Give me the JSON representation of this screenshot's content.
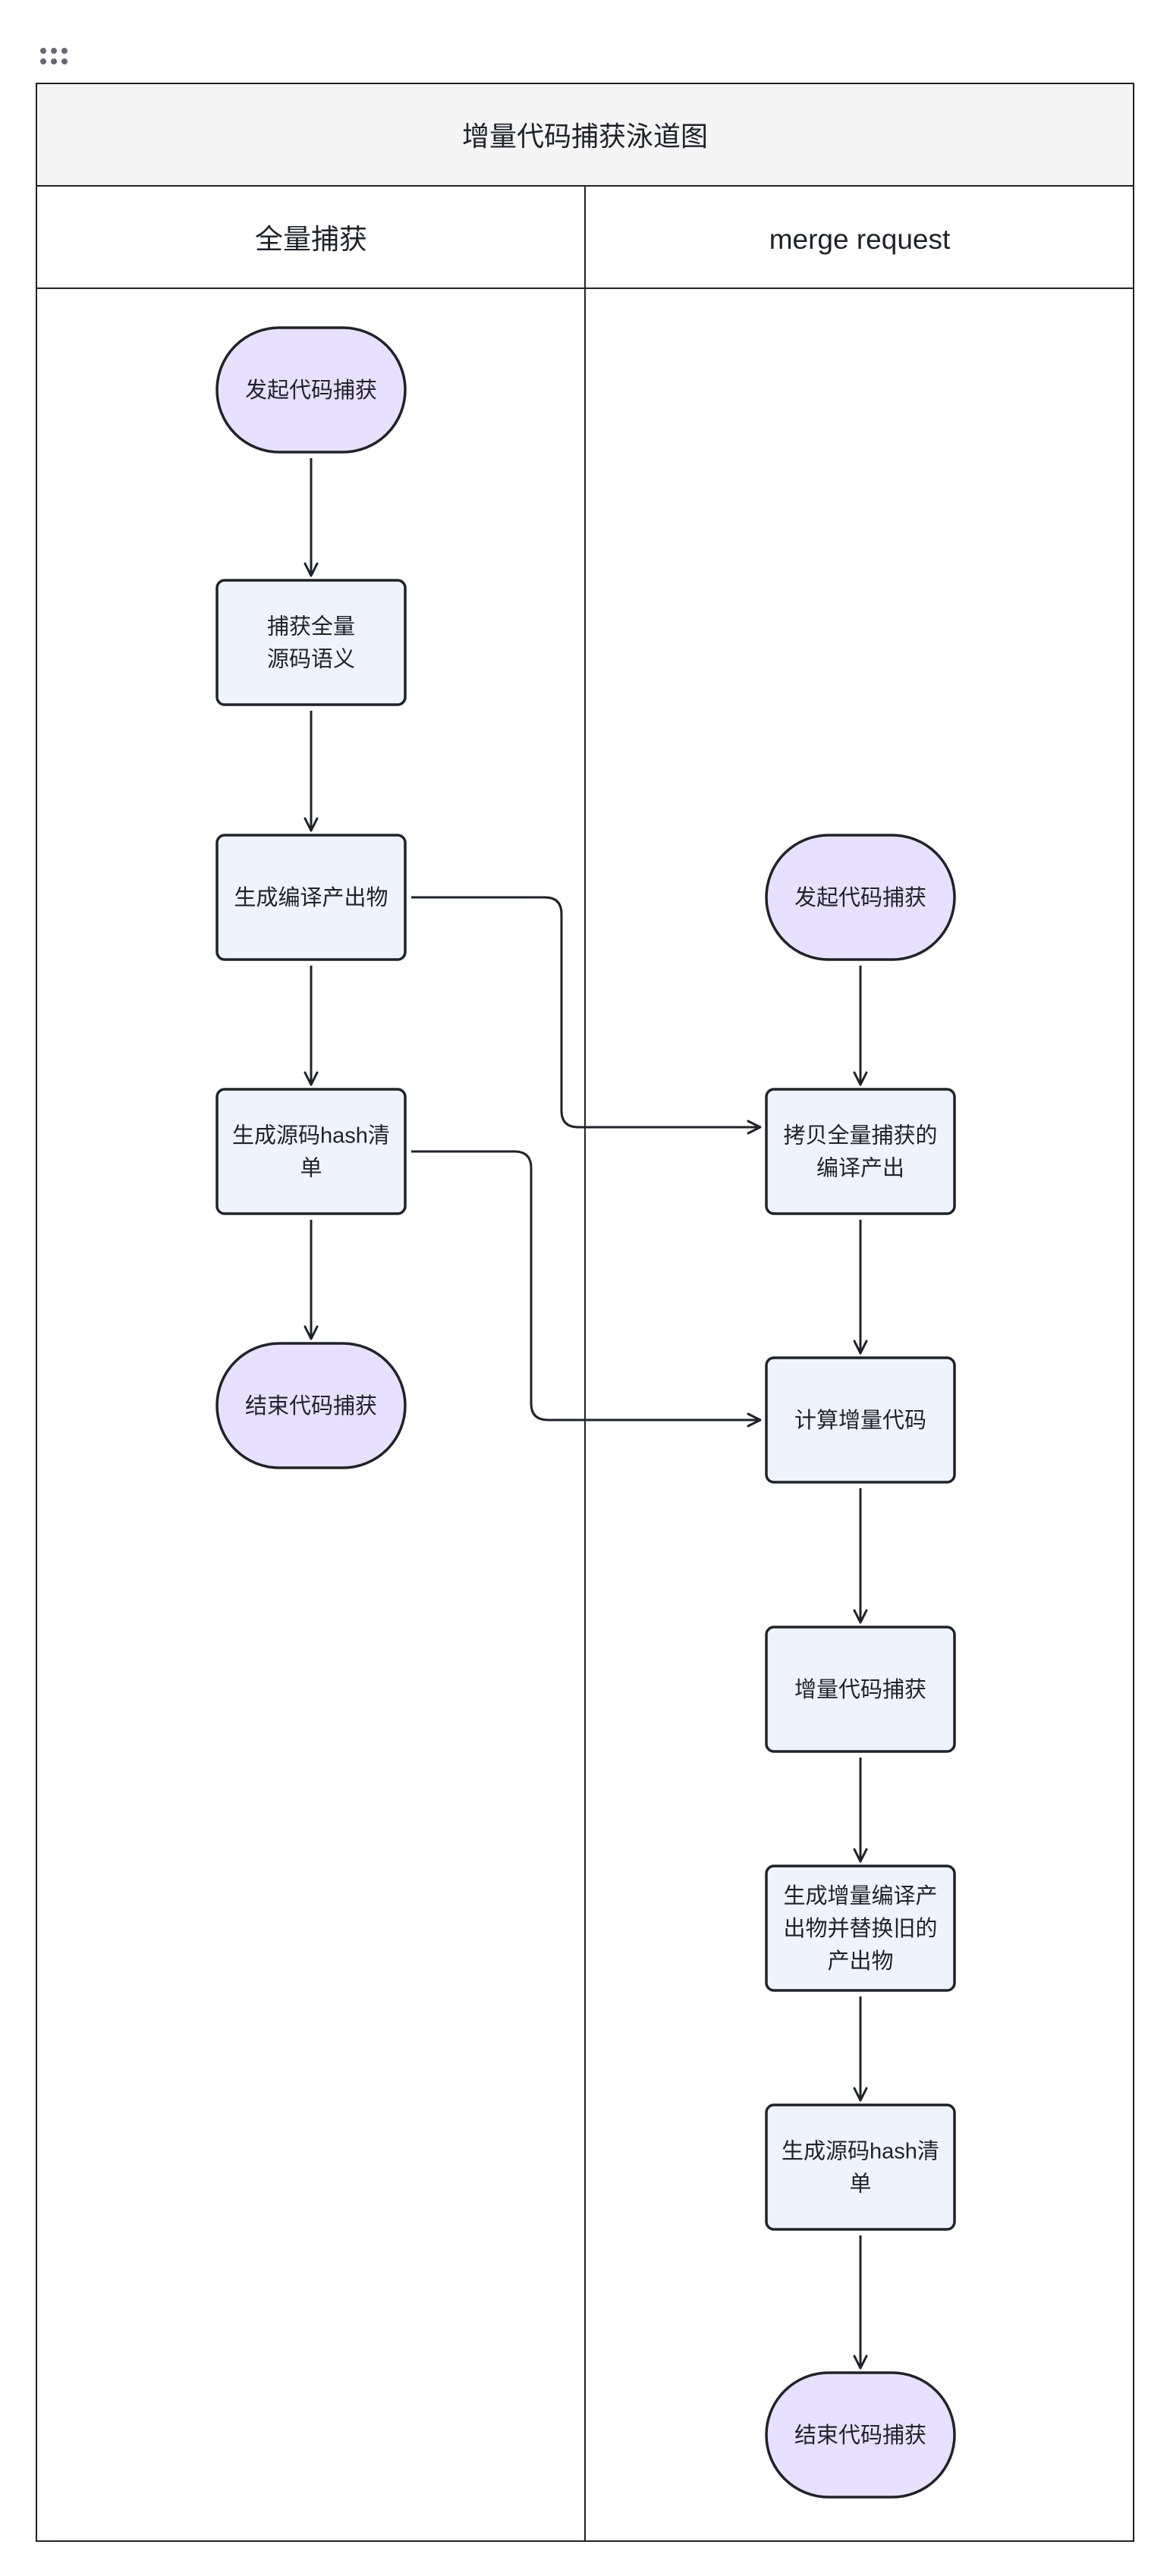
{
  "diagram": {
    "title": "增量代码捕获泳道图",
    "lanes": [
      {
        "id": "full",
        "label": "全量捕获"
      },
      {
        "id": "mr",
        "label": "merge request"
      }
    ],
    "nodes": [
      {
        "id": "full-start",
        "lane": "full",
        "shape": "terminal",
        "lines": [
          "发起代码捕获"
        ]
      },
      {
        "id": "full-capture",
        "lane": "full",
        "shape": "process",
        "lines": [
          "捕获全量",
          "源码语义"
        ]
      },
      {
        "id": "full-compile",
        "lane": "full",
        "shape": "process",
        "lines": [
          "生成编译产出物"
        ]
      },
      {
        "id": "full-hash",
        "lane": "full",
        "shape": "process",
        "lines": [
          "生成源码hash清",
          "单"
        ]
      },
      {
        "id": "full-end",
        "lane": "full",
        "shape": "terminal",
        "lines": [
          "结束代码捕获"
        ]
      },
      {
        "id": "mr-start",
        "lane": "mr",
        "shape": "terminal",
        "lines": [
          "发起代码捕获"
        ]
      },
      {
        "id": "mr-copy",
        "lane": "mr",
        "shape": "process",
        "lines": [
          "拷贝全量捕获的",
          "编译产出"
        ]
      },
      {
        "id": "mr-calc",
        "lane": "mr",
        "shape": "process",
        "lines": [
          "计算增量代码"
        ]
      },
      {
        "id": "mr-capture",
        "lane": "mr",
        "shape": "process",
        "lines": [
          "增量代码捕获"
        ]
      },
      {
        "id": "mr-compile",
        "lane": "mr",
        "shape": "process",
        "lines": [
          "生成增量编译产",
          "出物并替换旧的",
          "产出物"
        ]
      },
      {
        "id": "mr-hash",
        "lane": "mr",
        "shape": "process",
        "lines": [
          "生成源码hash清",
          "单"
        ]
      },
      {
        "id": "mr-end",
        "lane": "mr",
        "shape": "terminal",
        "lines": [
          "结束代码捕获"
        ]
      }
    ],
    "edges": [
      {
        "from": "full-start",
        "to": "full-capture"
      },
      {
        "from": "full-capture",
        "to": "full-compile"
      },
      {
        "from": "full-compile",
        "to": "full-hash"
      },
      {
        "from": "full-hash",
        "to": "full-end"
      },
      {
        "from": "full-compile",
        "to": "mr-copy"
      },
      {
        "from": "full-hash",
        "to": "mr-calc"
      },
      {
        "from": "mr-start",
        "to": "mr-copy"
      },
      {
        "from": "mr-copy",
        "to": "mr-calc"
      },
      {
        "from": "mr-calc",
        "to": "mr-capture"
      },
      {
        "from": "mr-capture",
        "to": "mr-compile"
      },
      {
        "from": "mr-compile",
        "to": "mr-hash"
      },
      {
        "from": "mr-hash",
        "to": "mr-end"
      }
    ],
    "colors": {
      "terminal_fill": "#e8e0ff",
      "process_fill": "#eef3fe",
      "stroke": "#1f2329",
      "header_fill": "#f5f5f5",
      "line": "#1f2329"
    }
  },
  "toolbar": {
    "drag_handle_icon": "drag-dots-icon"
  }
}
